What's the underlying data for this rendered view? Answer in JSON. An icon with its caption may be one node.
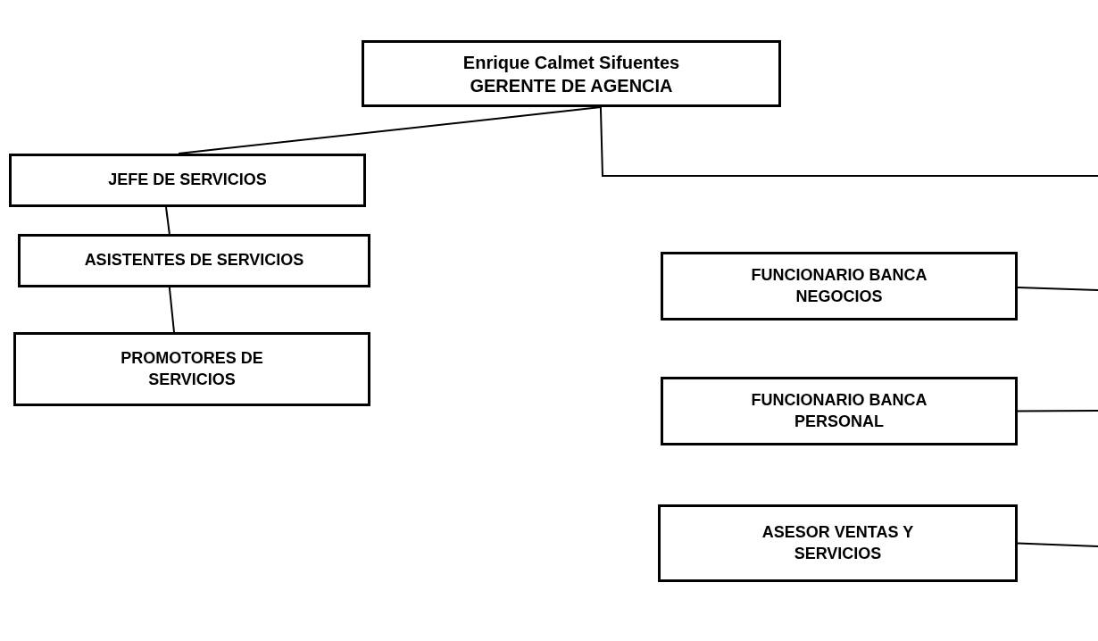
{
  "diagram": {
    "nodes": [
      {
        "text": [
          "Enrique Calmet Sifuentes",
          "GERENTE DE AGENCIA"
        ]
      },
      {
        "text": [
          "JEFE DE SERVICIOS"
        ]
      },
      {
        "text": [
          "ASISTENTES DE SERVICIOS"
        ]
      },
      {
        "text": [
          "PROMOTORES DE SERVICIOS"
        ]
      },
      {
        "text": [
          "FUNCIONARIO BANCA NEGOCIOS"
        ]
      },
      {
        "text": [
          "FUNCIONARIO BANCA PERSONAL"
        ]
      },
      {
        "text": [
          "ASESOR VENTAS Y SERVICIOS"
        ]
      }
    ],
    "edges": [
      {
        "from": 0,
        "to": 1,
        "arrow": "none"
      },
      {
        "from": 1,
        "to": 2,
        "arrow": "none"
      },
      {
        "from": 2,
        "to": 3,
        "arrow": "none"
      },
      {
        "from": 0,
        "to": null,
        "arrow": "none"
      },
      {
        "from": 4,
        "to": null,
        "arrow": "none"
      },
      {
        "from": 5,
        "to": null,
        "arrow": "none"
      },
      {
        "from": 6,
        "to": null,
        "arrow": "none"
      }
    ]
  }
}
